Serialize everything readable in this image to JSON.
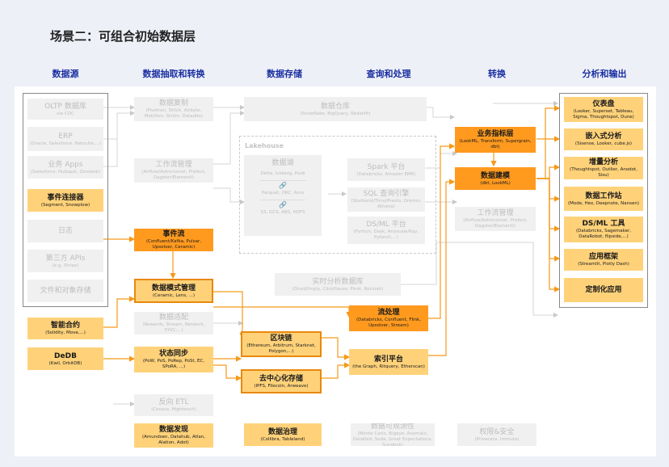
{
  "title": "场景二：可组合初始数据层",
  "columns": [
    "数据源",
    "数据抽取和转换",
    "数据存储",
    "查询和处理",
    "转换",
    "分析和输出"
  ],
  "lakehouse_label": "Lakehouse",
  "boxes": {
    "oltp": {
      "title": "OLTP 数据库",
      "sub": "via CDC"
    },
    "erp": {
      "title": "ERP",
      "sub": "(Oracle, Salesforce, Netsuite,...)"
    },
    "biz_apps": {
      "title": "业务 Apps",
      "sub": "(Salesforce, Hubspot, Zendesk)"
    },
    "event_conn": {
      "title": "事件连接器",
      "sub": "(Segment, Snowplow)"
    },
    "logs": {
      "title": "日志",
      "sub": ""
    },
    "third_api": {
      "title": "第三方 APIs",
      "sub": "(e.g. Stripe)"
    },
    "file_store": {
      "title": "文件和对象存储",
      "sub": ""
    },
    "smart_contract": {
      "title": "智能合约",
      "sub": "(Solidity, Move,...)"
    },
    "dedb": {
      "title": "DeDB",
      "sub": "(Kwil, OrbitDB)"
    },
    "replication": {
      "title": "数据复制",
      "sub": "(Fivetran, Stitch, Airbyte, Matillion, Striim, Dataddo)"
    },
    "workflow": {
      "title": "工作流管理",
      "sub": "(Airflow/Astronomer, Prefect, Dagster/Elementl)"
    },
    "event_stream": {
      "title": "事件流",
      "sub": "(Confluent/Kafka, Pulsar, Upsolver, Ceramic)"
    },
    "schema_mgmt": {
      "title": "数据模式管理",
      "sub": "(Ceramic, Lens, ...)"
    },
    "data_adapt": {
      "title": "数据适配",
      "sub": "(Rewards, Stream, Network, SYVC,...)"
    },
    "state_sync": {
      "title": "状态同步",
      "sub": "(PoW, PoS, PoRep, PoSt, EC, SPoRA, ...)"
    },
    "reverse_etl": {
      "title": "反向 ETL",
      "sub": "(Census, Hightouch)"
    },
    "warehouse": {
      "title": "数据仓库",
      "sub": "(Snowflake, BigQuery, Redshift)"
    },
    "data_lake": {
      "title": "数据湖",
      "sub": "Delta, Iceberg, Hudi"
    },
    "parquet": {
      "title": "",
      "sub": "Parquet, ORC, Avro"
    },
    "s3": {
      "title": "",
      "sub": "S3, GCS, ABS, HDFS"
    },
    "spark": {
      "title": "Spark 平台",
      "sub": "(Databricks, Amazon EMR)"
    },
    "sql_engine": {
      "title": "SQL 查询引擎",
      "sub": "(Starburst/Trino/Presto, Dremio, Athena)"
    },
    "dsml": {
      "title": "DS/ML 平台",
      "sub": "(Python, Dask, Anyscale/Ray, Pytorch,...)"
    },
    "realtime_db": {
      "title": "实时分析数据库",
      "sub": "(Druid/Imply, ClickHouse, Pinot, Rockset)"
    },
    "blockchain": {
      "title": "区块链",
      "sub": "(Ethereum, Arbitrum, Starknet, Polygon,...)"
    },
    "decentral_storage": {
      "title": "去中心化存储",
      "sub": "(IPFS, Filecoin, Arweave)"
    },
    "stream_proc": {
      "title": "流处理",
      "sub": "(Databricks, Confluent, Flink, Upsolver, Stream)"
    },
    "index_platform": {
      "title": "索引平台",
      "sub": "(the Graph, Ritquery, Etherscan)"
    },
    "metrics_layer": {
      "title": "业务指标层",
      "sub": "(LookML, Transform, Supergrain, dbt)"
    },
    "data_modeling": {
      "title": "数据建模",
      "sub": "(dbt, LookML)"
    },
    "workflow2": {
      "title": "工作流管理",
      "sub": "(Airflow/Astronomer, Prefect, Dagster/Elementl)"
    },
    "dashboards": {
      "title": "仪表盘",
      "sub": "(Looker, Superset, Tableau, Sigma, Thoughtspot, Dune)"
    },
    "embedded": {
      "title": "嵌入式分析",
      "sub": "(Sisense, Looker, cube.js)"
    },
    "augmented": {
      "title": "增量分析",
      "sub": "(Thoughtspot, Outlier, Anodot, Sisu)"
    },
    "workbench": {
      "title": "数据工作站",
      "sub": "(Mode, Hex, Deepnote, Nansen)"
    },
    "dsml_tools": {
      "title": "DS/ML 工具",
      "sub": "(Databricks, Sagemaker, DataRobot, flipside,...)"
    },
    "app_frameworks": {
      "title": "应用框架",
      "sub": "(Streamlit, Plotly Dash)"
    },
    "custom_apps": {
      "title": "定制化应用",
      "sub": ""
    },
    "discovery": {
      "title": "数据发现",
      "sub": "(Amundsen, Datahub, Atlan, Alation, Adot)"
    },
    "governance": {
      "title": "数据治理",
      "sub": "(Collibra, Tableland)"
    },
    "observability": {
      "title": "数据可观测性",
      "sub": "(Monte Carlo, Bigeye, Anomalo, Datafold, Soda, Great Expectations, Sundeck)"
    },
    "access_security": {
      "title": "权限&安全",
      "sub": "(Privacera, Immuta)"
    }
  }
}
